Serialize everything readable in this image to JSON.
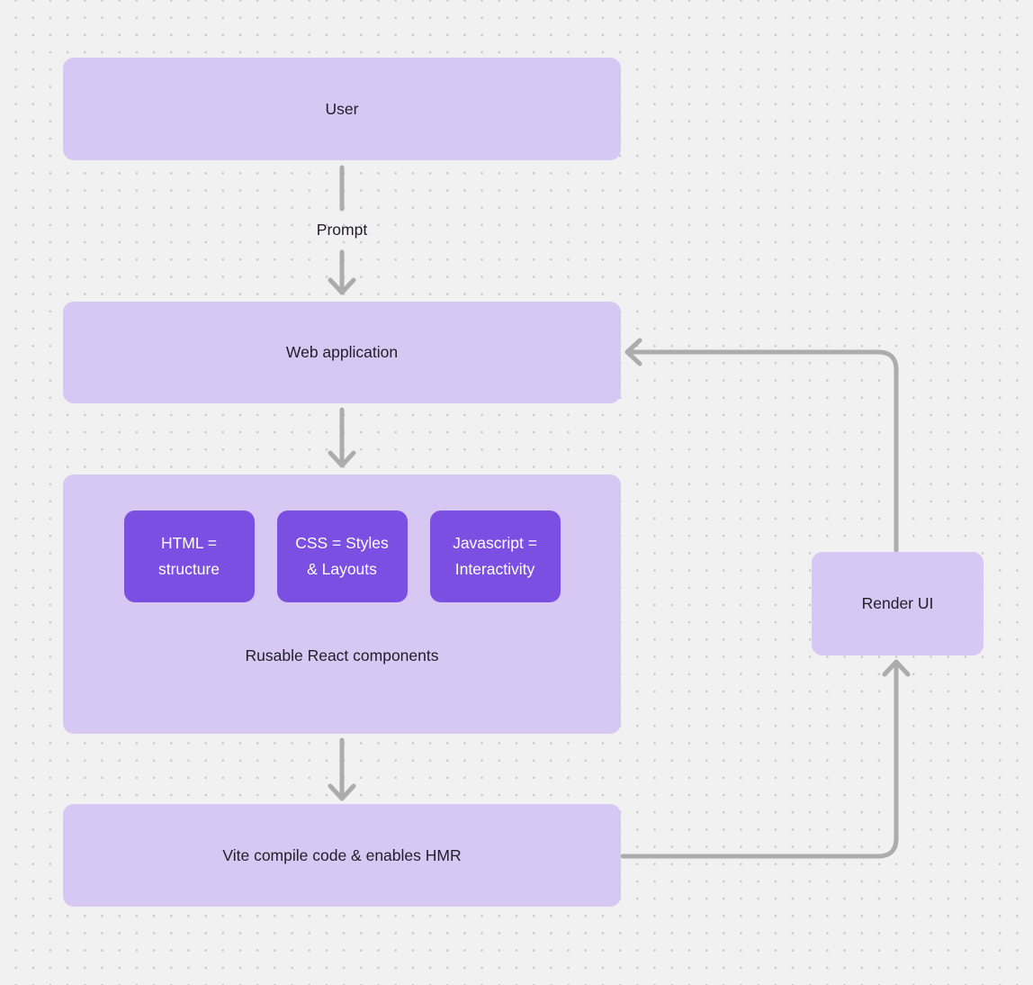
{
  "diagram": {
    "nodes": {
      "user": {
        "label": "User"
      },
      "web_application": {
        "label": "Web application"
      },
      "html_box": {
        "label": "HTML =\nstructure"
      },
      "css_box": {
        "label": "CSS = Styles\n& Layouts"
      },
      "js_box": {
        "label": "Javascript =\nInteractivity"
      },
      "components_group": {
        "caption": "Rusable React components"
      },
      "vite": {
        "label": "Vite compile code & enables HMR"
      },
      "render_ui": {
        "label": "Render UI"
      }
    },
    "edges": {
      "prompt_label": "Prompt"
    }
  },
  "colors": {
    "bg": "#f2f1f1",
    "dot": "#c9c8c8",
    "fill_light": "#d6c8f3",
    "fill_accent": "#7c4fe3",
    "arrow": "#acacac",
    "text_dark": "#211e28",
    "text_light": "#ffffff"
  }
}
